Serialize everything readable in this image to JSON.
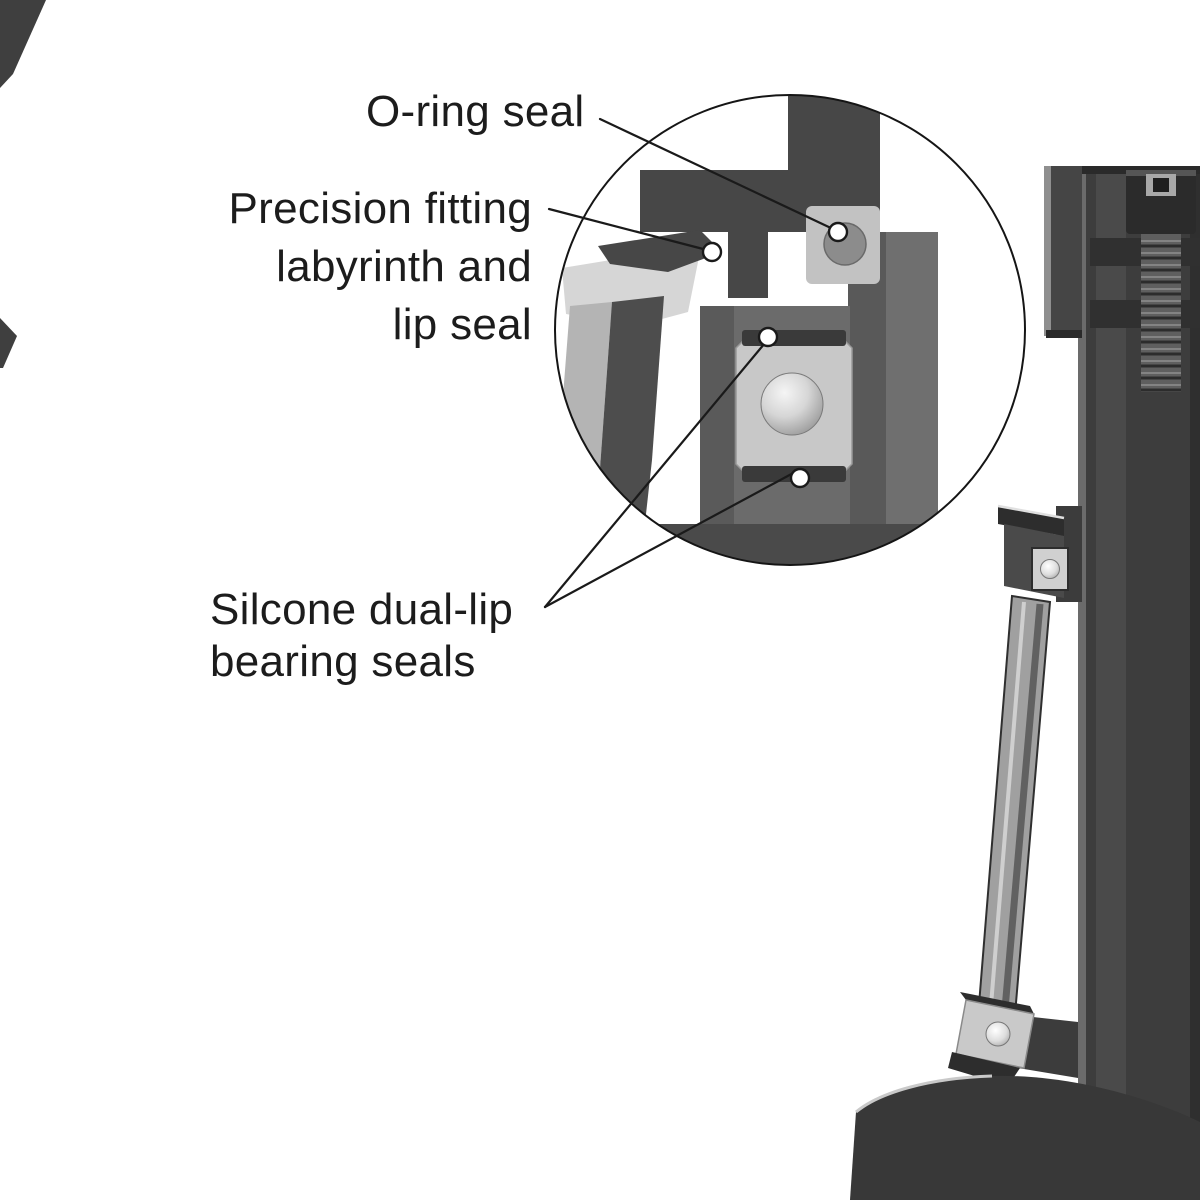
{
  "diagram": {
    "description": "Cutaway diagram of a motor lower-unit bearing and seal system with magnified detail circle",
    "background": "#ffffff"
  },
  "labels": {
    "oring_seal": "O-ring seal",
    "precision": [
      "Precision fitting",
      "labyrinth and",
      "lip seal"
    ],
    "silicone": [
      "Silcone dual-lip",
      "bearing seals"
    ]
  },
  "colors": {
    "ink": "#1a1a1a",
    "dark_metal": "#3d3d3d",
    "mid_metal": "#6b6b6b",
    "light_metal": "#c8c8c8",
    "seal_dark": "#3a3a3a",
    "marker_fill": "#ffffff"
  }
}
